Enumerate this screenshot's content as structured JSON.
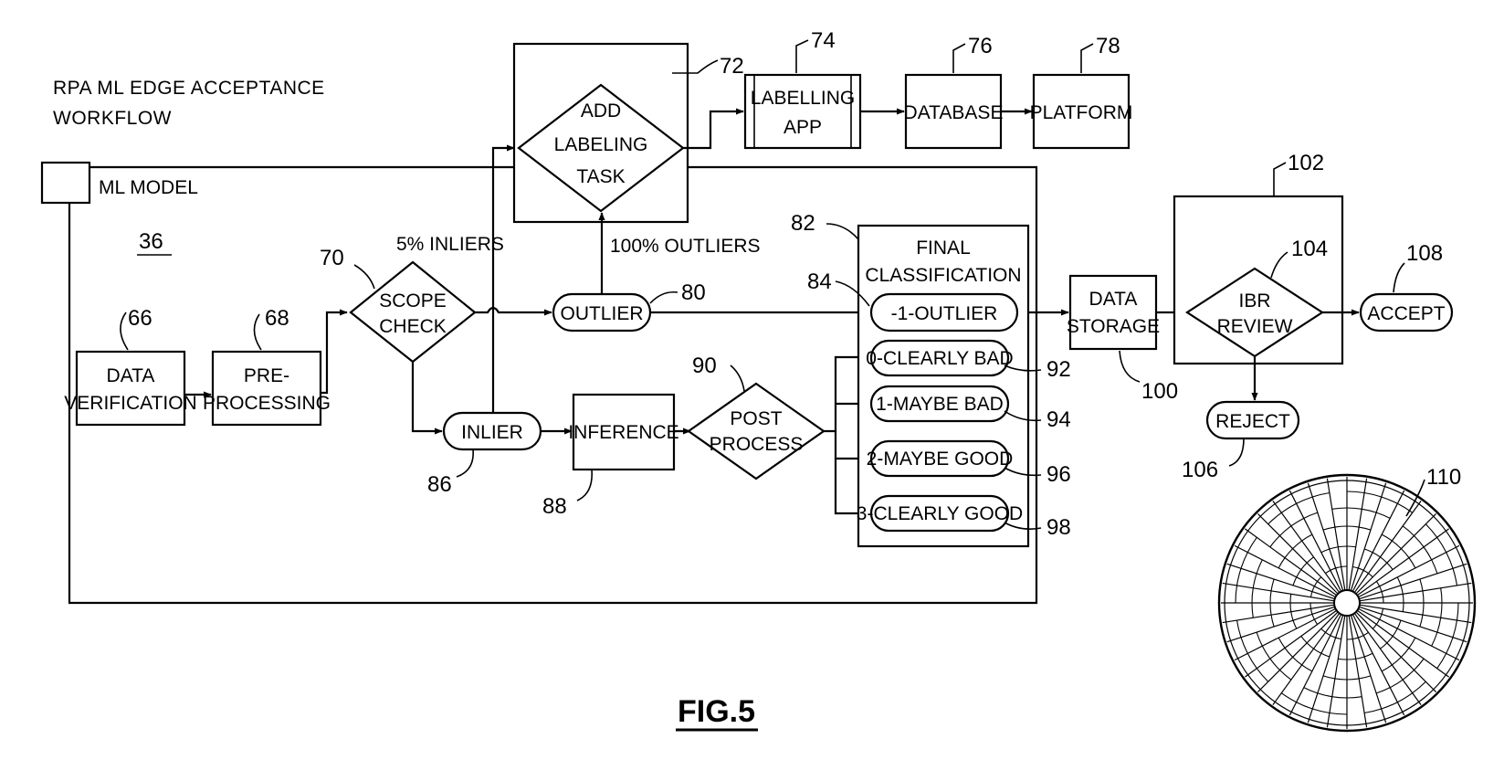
{
  "title": [
    "RPA ML EDGE ACCEPTANCE",
    "WORKFLOW"
  ],
  "figure_label": "FIG.5",
  "nodes": {
    "ml_model": {
      "label": "ML MODEL",
      "ref": "36"
    },
    "data_verification": {
      "label": [
        "DATA",
        "VERIFICATION"
      ],
      "ref": "66"
    },
    "pre_processing": {
      "label": [
        "PRE-",
        "PROCESSING"
      ],
      "ref": "68"
    },
    "scope_check": {
      "label": [
        "SCOPE",
        "CHECK"
      ],
      "ref": "70"
    },
    "labeling_task_container": {
      "ref": "72"
    },
    "add_labeling_task": {
      "label": [
        "ADD",
        "LABELING",
        "TASK"
      ]
    },
    "labelling_app": {
      "label": [
        "LABELLING",
        "APP"
      ],
      "ref": "74"
    },
    "database": {
      "label": "DATABASE",
      "ref": "76"
    },
    "platform": {
      "label": "PLATFORM",
      "ref": "78"
    },
    "outlier": {
      "label": "OUTLIER",
      "ref": "80"
    },
    "final_classification": {
      "label": [
        "FINAL",
        "CLASSIFICATION"
      ],
      "ref": "82"
    },
    "class_outlier": {
      "label": "-1-OUTLIER",
      "ref": "84"
    },
    "inlier": {
      "label": "INLIER",
      "ref": "86"
    },
    "inference": {
      "label": "INFERENCE",
      "ref": "88"
    },
    "post_process": {
      "label": [
        "POST",
        "PROCESS"
      ],
      "ref": "90"
    },
    "class_clearly_bad": {
      "label": "0-CLEARLY BAD",
      "ref": "92"
    },
    "class_maybe_bad": {
      "label": "1-MAYBE BAD",
      "ref": "94"
    },
    "class_maybe_good": {
      "label": "2-MAYBE GOOD",
      "ref": "96"
    },
    "class_clearly_good": {
      "label": "3-CLEARLY GOOD",
      "ref": "98"
    },
    "data_storage": {
      "label": [
        "DATA",
        "STORAGE"
      ],
      "ref": "100"
    },
    "review_container": {
      "ref": "102"
    },
    "ibr_review": {
      "label": [
        "IBR",
        "REVIEW"
      ],
      "ref": "104"
    },
    "reject": {
      "label": "REJECT",
      "ref": "106"
    },
    "accept": {
      "label": "ACCEPT",
      "ref": "108"
    },
    "wheel": {
      "ref": "110"
    }
  },
  "edge_labels": {
    "inliers_pct": "5% INLIERS",
    "outliers_pct": "100% OUTLIERS"
  }
}
